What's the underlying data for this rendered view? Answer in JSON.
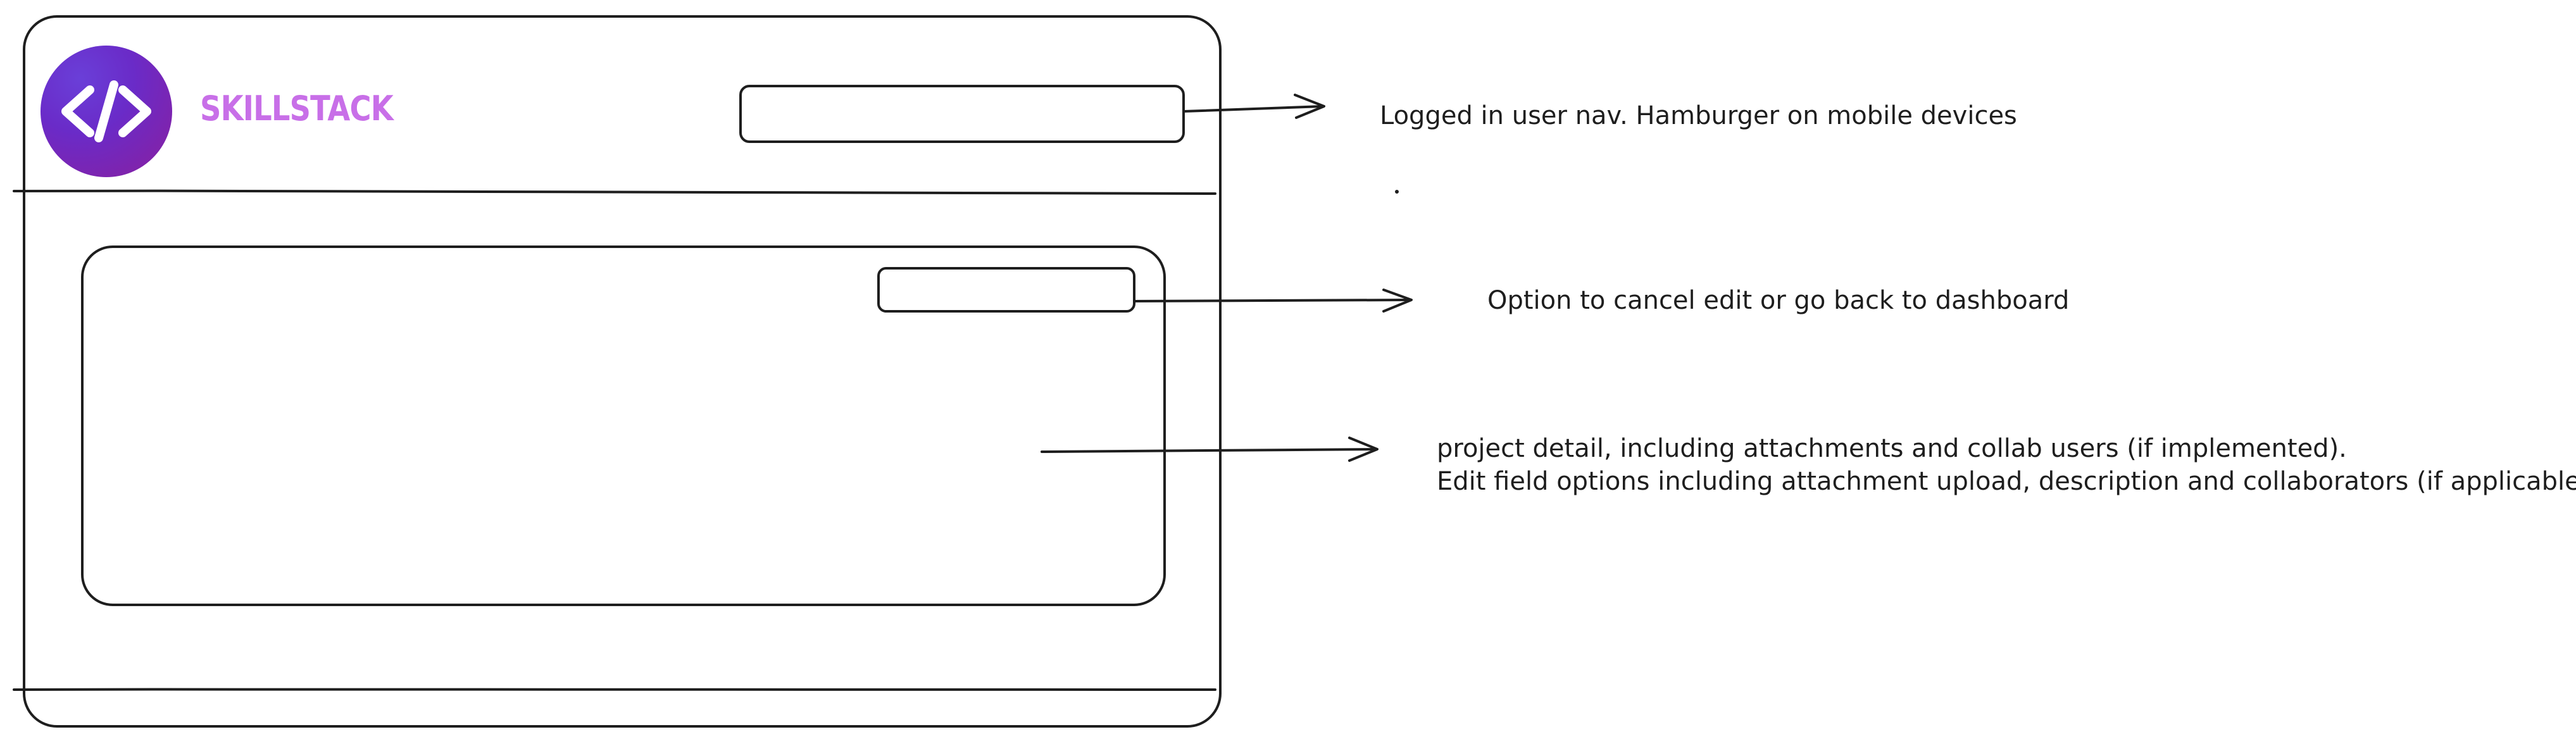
{
  "brand": {
    "name": "SKILLSTACK",
    "color": "#c86fe8",
    "logo_icon": "code-brackets-icon",
    "logo_gradient": [
      "#6a3fd8",
      "#8a1f9e"
    ]
  },
  "annotations": {
    "nav": "Logged in user nav. Hamburger on mobile devices",
    "cancel": "Option to cancel edit or go back to dashboard",
    "detail_line1": "project detail, including attachments and collab users (if implemented).",
    "detail_line2": "Edit field options including attachment upload, description and collaborators (if applicable)."
  },
  "colors": {
    "stroke": "#1e1e1e",
    "background": "#ffffff"
  }
}
